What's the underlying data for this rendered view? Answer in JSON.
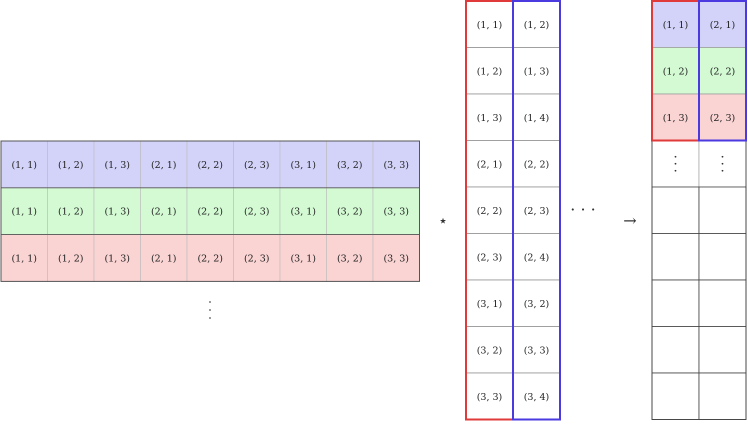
{
  "left_matrix": {
    "rows": [
      {
        "color": "#d3d3fa",
        "cells": [
          "(1, 1)",
          "(1, 2)",
          "(1, 3)",
          "(2, 1)",
          "(2, 2)",
          "(2, 3)",
          "(3, 1)",
          "(3, 2)",
          "(3, 3)"
        ]
      },
      {
        "color": "#d3fad3",
        "cells": [
          "(1, 1)",
          "(1, 2)",
          "(1, 3)",
          "(2, 1)",
          "(2, 2)",
          "(2, 3)",
          "(3, 1)",
          "(3, 2)",
          "(3, 3)"
        ]
      },
      {
        "color": "#fad3d3",
        "cells": [
          "(1, 1)",
          "(1, 2)",
          "(1, 3)",
          "(2, 1)",
          "(2, 2)",
          "(2, 3)",
          "(3, 1)",
          "(3, 2)",
          "(3, 3)"
        ]
      }
    ]
  },
  "operator": "⋆",
  "middle_matrix": {
    "columns": [
      {
        "outline": "#e03a3a",
        "cells": [
          "(1, 1)",
          "(1, 2)",
          "(1, 3)",
          "(2, 1)",
          "(2, 2)",
          "(2, 3)",
          "(3, 1)",
          "(3, 2)",
          "(3, 3)"
        ]
      },
      {
        "outline": "#4a3ae0",
        "cells": [
          "(1, 2)",
          "(1, 3)",
          "(1, 4)",
          "(2, 2)",
          "(2, 3)",
          "(2, 4)",
          "(3, 2)",
          "(3, 3)",
          "(3, 4)"
        ]
      }
    ]
  },
  "continuation": "· · ·",
  "arrow": "→",
  "result_matrix": {
    "rows": [
      {
        "color": "#d3d3fa",
        "cells": [
          "(1, 1)",
          "(2, 1)"
        ]
      },
      {
        "color": "#d3fad3",
        "cells": [
          "(1, 2)",
          "(2, 2)"
        ]
      },
      {
        "color": "#fad3d3",
        "cells": [
          "(1, 3)",
          "(2, 3)"
        ]
      }
    ],
    "col_outlines": [
      "#e03a3a",
      "#4a3ae0"
    ],
    "empty_rows": 5
  }
}
